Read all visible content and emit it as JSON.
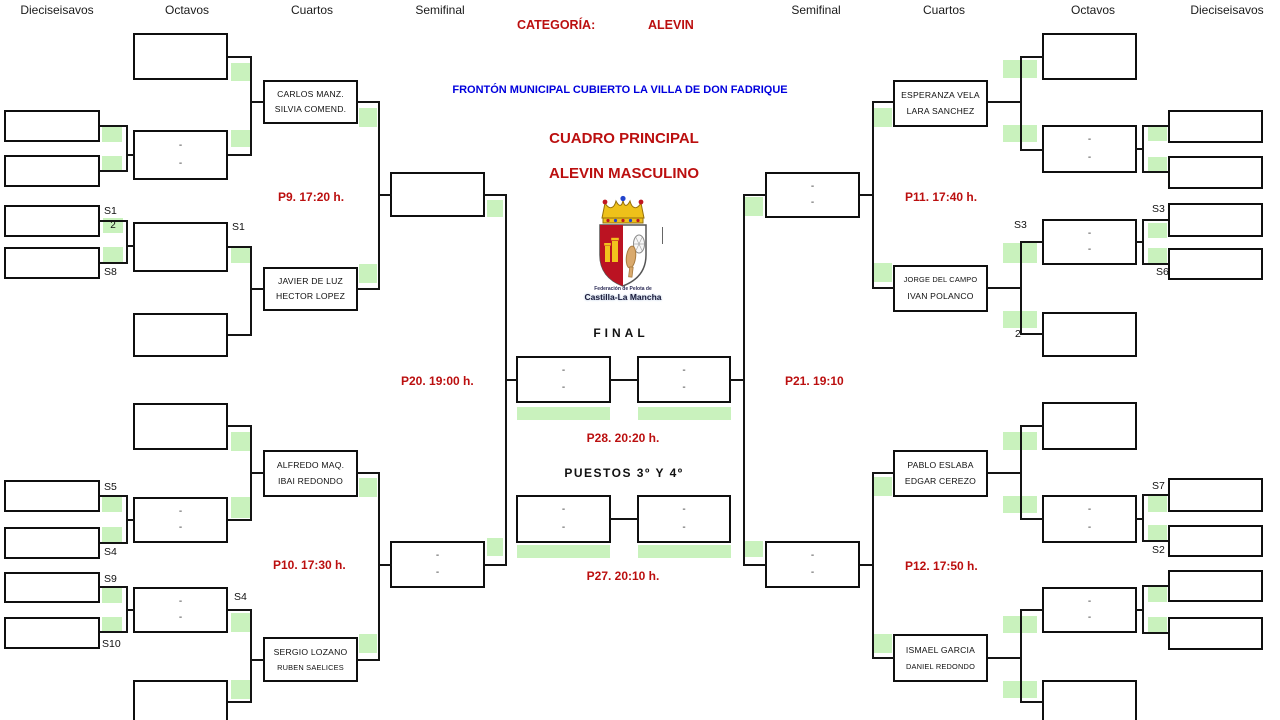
{
  "header": {
    "rounds_left": [
      "Dieciseisavos",
      "Octavos",
      "Cuartos",
      "Semifinal"
    ],
    "rounds_right": [
      "Semifinal",
      "Cuartos",
      "Octavos",
      "Dieciseisavos"
    ],
    "category_label": "CATEGORÍA:",
    "category_value": "ALEVIN"
  },
  "event": {
    "venue": "FRONTÓN MUNICIPAL CUBIERTO LA VILLA DE DON FADRIQUE",
    "title": "CUADRO PRINCIPAL",
    "subtitle": "ALEVIN MASCULINO"
  },
  "logo": {
    "federation_small": "Federación de Pelota de",
    "federation": "Castilla-La Mancha"
  },
  "labels": {
    "final": "FINAL",
    "third_place": "PUESTOS 3º Y 4º",
    "empty_slot": "-"
  },
  "times": {
    "p9": "P9. 17:20 h.",
    "p10": "P10. 17:30 h.",
    "p11": "P11. 17:40 h.",
    "p12": "P12. 17:50 h.",
    "p20": "P20. 19:00 h.",
    "p21": "P21. 19:10",
    "p28": "P28. 20:20 h.",
    "p27": "P27. 20:10 h."
  },
  "teams": {
    "left_qf1": {
      "p1": "CARLOS MANZ.",
      "p2": "SILVIA COMEND."
    },
    "left_qf2": {
      "p1": "JAVIER DE LUZ",
      "p2": "HECTOR LOPEZ"
    },
    "left_qf3": {
      "p1": "ALFREDO MAQ.",
      "p2": "IBAI REDONDO"
    },
    "left_qf4": {
      "p1": "SERGIO LOZANO",
      "p2": "RUBEN SAELICES"
    },
    "right_qf1": {
      "p1": "ESPERANZA VELA",
      "p2": "LARA SANCHEZ"
    },
    "right_qf2": {
      "p1": "JORGE DEL CAMPO",
      "p2": "IVAN POLANCO"
    },
    "right_qf3": {
      "p1": "PABLO ESLABA",
      "p2": "EDGAR CEREZO"
    },
    "right_qf4": {
      "p1": "ISMAEL GARCIA",
      "p2": "DANIEL REDONDO"
    }
  },
  "seeds": {
    "s1": "S1",
    "s2": "S2",
    "s3": "S3",
    "s4": "S4",
    "s5": "S5",
    "s6": "S6",
    "s7": "S7",
    "s8": "S8",
    "s9": "S9",
    "s10": "S10",
    "two": "2"
  },
  "colors": {
    "highlight_green": "#c9f2bd",
    "accent_red": "#bb0f0f",
    "venue_blue": "#0000dd"
  }
}
